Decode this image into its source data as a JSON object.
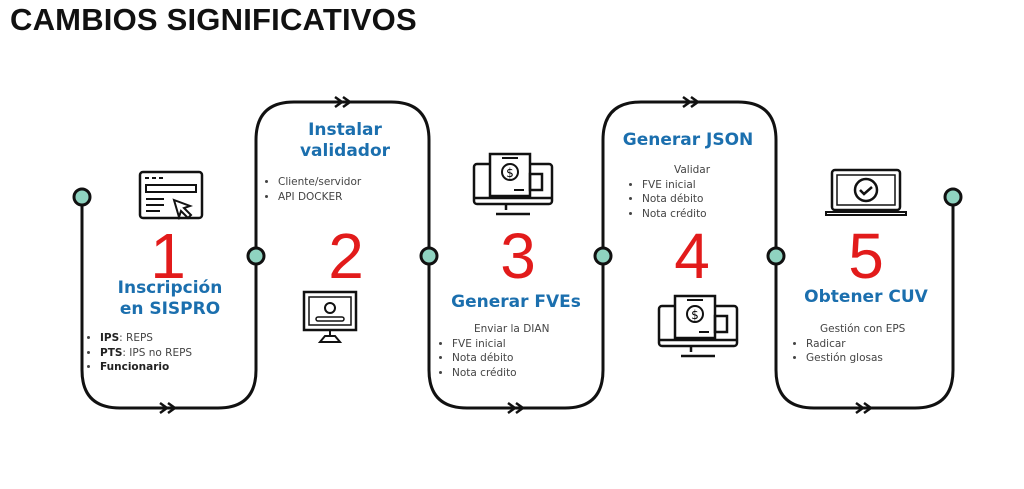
{
  "title": "CAMBIOS SIGNIFICATIVOS",
  "colors": {
    "heading": "#1b6fae",
    "number": "#e21b1b",
    "line": "#111111",
    "node": "#8fd3c0"
  },
  "steps": [
    {
      "number": "1",
      "title_line1": "Inscripción",
      "title_line2": "en SISPRO",
      "icon": "web-click-icon",
      "items": [
        {
          "bold": "IPS",
          "text": ": REPS"
        },
        {
          "bold": "PTS",
          "text": ": IPS no REPS"
        },
        {
          "bold": "Funcionario",
          "text": ""
        }
      ]
    },
    {
      "number": "2",
      "title_line1": "Instalar",
      "title_line2": "validador",
      "icon": "monitor-gear-icon",
      "items": [
        "Cliente/servidor",
        "API DOCKER"
      ]
    },
    {
      "number": "3",
      "title": "Generar FVEs",
      "subtitle": "Enviar  la DIAN",
      "icon": "monitor-invoice-icon",
      "items": [
        "FVE inicial",
        "Nota débito",
        "Nota crédito"
      ]
    },
    {
      "number": "4",
      "title": "Generar JSON",
      "subtitle": "Validar",
      "icon": "monitor-invoice-icon",
      "items": [
        "FVE inicial",
        "Nota débito",
        "Nota crédito"
      ]
    },
    {
      "number": "5",
      "title": "Obtener CUV",
      "subtitle": "Gestión con EPS",
      "icon": "laptop-check-icon",
      "items": [
        "Radicar",
        "Gestión glosas"
      ]
    }
  ]
}
